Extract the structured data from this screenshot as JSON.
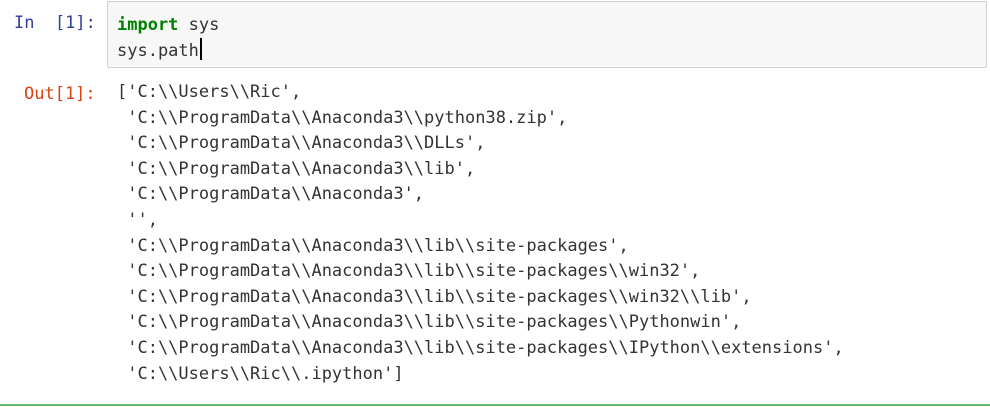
{
  "cell": {
    "in_prompt": "In  [1]:",
    "code": {
      "keyword": "import",
      "module": " sys",
      "line2": "sys.path"
    },
    "out_prompt": "Out[1]:",
    "output_lines": [
      "['C:\\\\Users\\\\Ric',",
      " 'C:\\\\ProgramData\\\\Anaconda3\\\\python38.zip',",
      " 'C:\\\\ProgramData\\\\Anaconda3\\\\DLLs',",
      " 'C:\\\\ProgramData\\\\Anaconda3\\\\lib',",
      " 'C:\\\\ProgramData\\\\Anaconda3',",
      " '',",
      " 'C:\\\\ProgramData\\\\Anaconda3\\\\lib\\\\site-packages',",
      " 'C:\\\\ProgramData\\\\Anaconda3\\\\lib\\\\site-packages\\\\win32',",
      " 'C:\\\\ProgramData\\\\Anaconda3\\\\lib\\\\site-packages\\\\win32\\\\lib',",
      " 'C:\\\\ProgramData\\\\Anaconda3\\\\lib\\\\site-packages\\\\Pythonwin',",
      " 'C:\\\\ProgramData\\\\Anaconda3\\\\lib\\\\site-packages\\\\IPython\\\\extensions',",
      " 'C:\\\\Users\\\\Ric\\\\.ipython']"
    ]
  },
  "colors": {
    "in_prompt": "#303f9f",
    "out_prompt": "#d84315",
    "keyword": "#008000",
    "input_background": "#f7f7f7",
    "selected_cell_border": "#66bb6a"
  }
}
